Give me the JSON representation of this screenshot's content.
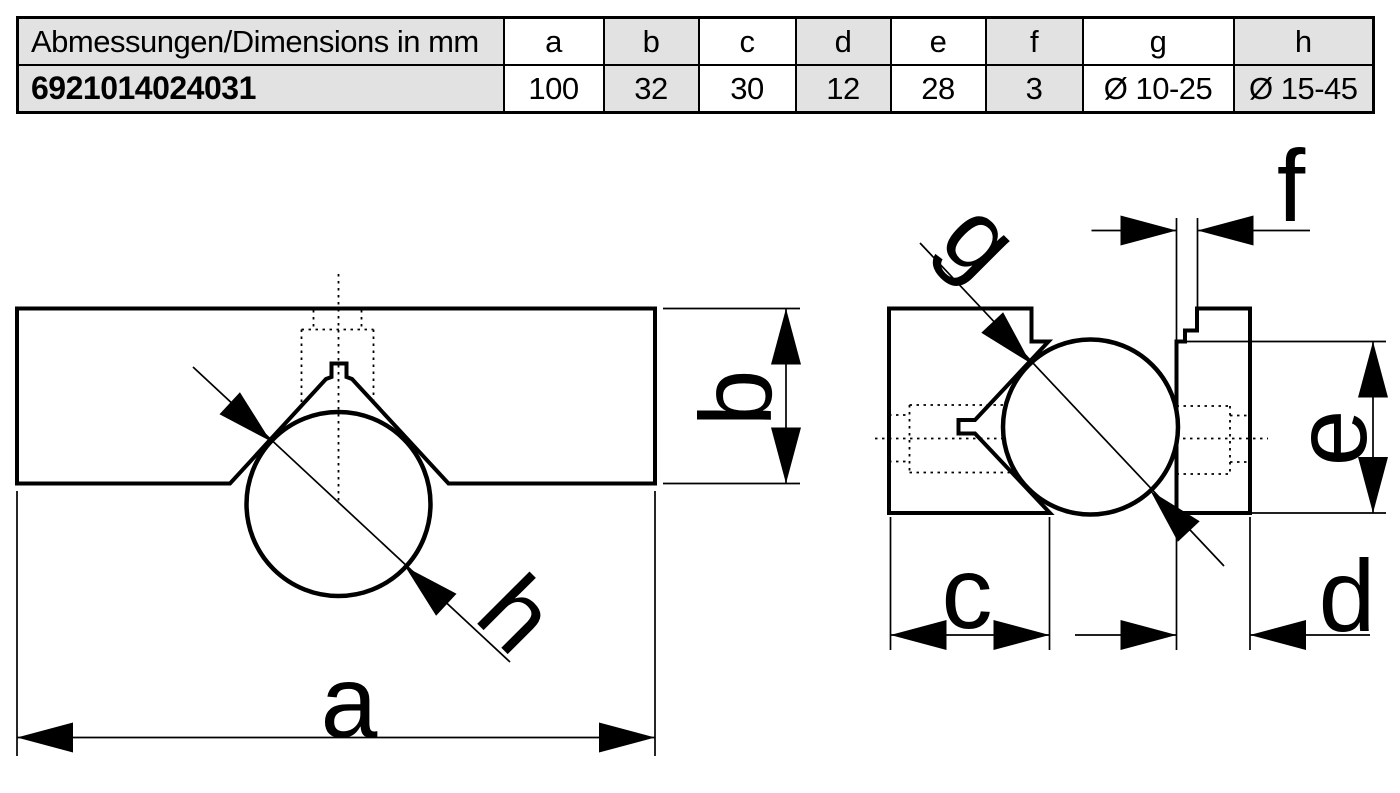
{
  "table": {
    "header_label": "Abmessungen/Dimensions in mm",
    "columns": [
      "a",
      "b",
      "c",
      "d",
      "e",
      "f",
      "g",
      "h"
    ],
    "row_label": "6921014024031",
    "values": [
      "100",
      "32",
      "30",
      "12",
      "28",
      "3",
      "Ø 10-25",
      "Ø 15-45"
    ]
  },
  "drawing": {
    "front_view": {
      "dim_a": "a",
      "dim_b": "b",
      "dim_h": "h"
    },
    "side_view": {
      "dim_c": "c",
      "dim_d": "d",
      "dim_e": "e",
      "dim_f": "f",
      "dim_g": "g"
    }
  },
  "colors": {
    "line": "#000000",
    "table_shaded_bg": "#e2e2e2",
    "background": "#ffffff"
  }
}
